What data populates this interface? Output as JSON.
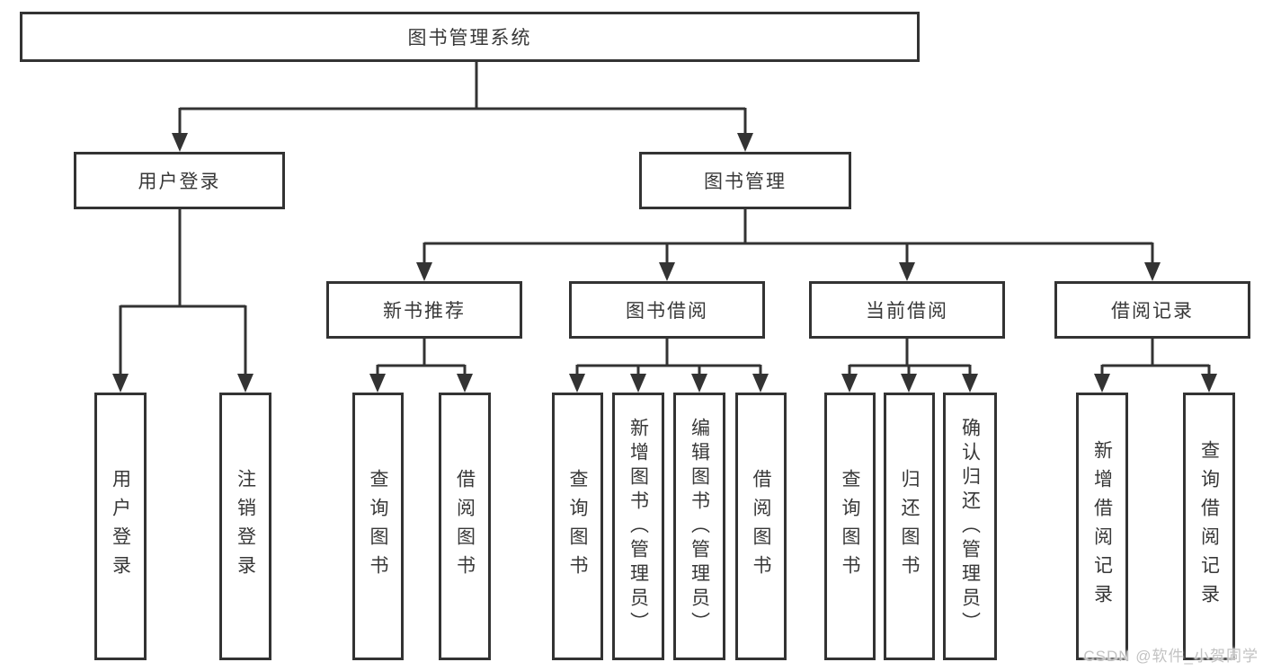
{
  "diagram": {
    "root": {
      "label": "图书管理系统"
    },
    "branches": [
      {
        "label": "用户登录",
        "children": [
          {
            "label": "用户登录"
          },
          {
            "label": "注销登录"
          }
        ]
      },
      {
        "label": "图书管理",
        "children": [
          {
            "label": "新书推荐",
            "children": [
              {
                "label": "查询图书"
              },
              {
                "label": "借阅图书"
              }
            ]
          },
          {
            "label": "图书借阅",
            "children": [
              {
                "label": "查询图书"
              },
              {
                "label": "新增图书（管理员）"
              },
              {
                "label": "编辑图书（管理员）"
              },
              {
                "label": "借阅图书"
              }
            ]
          },
          {
            "label": "当前借阅",
            "children": [
              {
                "label": "查询图书"
              },
              {
                "label": "归还图书"
              },
              {
                "label": "确认归还（管理员）"
              }
            ]
          },
          {
            "label": "借阅记录",
            "children": [
              {
                "label": "新增借阅记录"
              },
              {
                "label": "查询借阅记录"
              }
            ]
          }
        ]
      }
    ]
  },
  "watermark": {
    "text": "CSDN @软件_小贺同学"
  },
  "colors": {
    "line": "#333333",
    "text": "#383838",
    "background": "#ffffff",
    "watermark": "#c2c2c2"
  }
}
